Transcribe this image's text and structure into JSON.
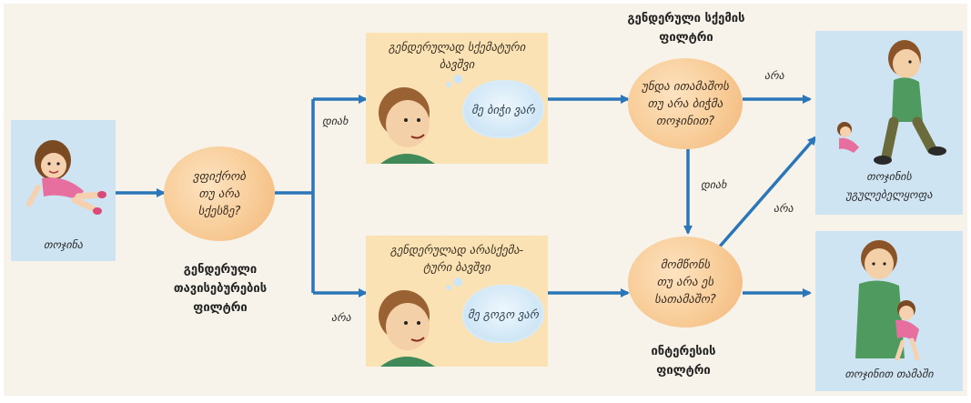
{
  "start": {
    "caption": "თოჯინა"
  },
  "decision1": {
    "text": "ვფიქრობ\nთუ არა\nსქესზე?",
    "filter_label": "გენდერული\nთავისებურების\nფილტრი"
  },
  "branch_top": {
    "edge_label": "დიახ",
    "title": "გენდერულად სქემატური\nბავშვი",
    "thought": "მე ბიჭი ვარ"
  },
  "branch_bottom": {
    "edge_label": "არა",
    "title": "გენდერულად არასქემა-\nტური ბავშვი",
    "thought": "მე გოგო ვარ"
  },
  "decision2": {
    "text": "უნდა ითამაშოს\nთუ არა ბიჭმა\nთოჯინით?",
    "filter_label": "გენდერული სქემის\nფილტრი",
    "yes_label": "დიახ",
    "no_label": "არა"
  },
  "decision3": {
    "text": "მომწონს\nთუ არა ეს\nსათამაშო?",
    "filter_label": "ინტერესის\nფილტრი",
    "no_label": "არა"
  },
  "outcome_top": {
    "caption": "თოჯინის\nუგულებელყოფა"
  },
  "outcome_bottom": {
    "caption": "თოჯინით თამაში"
  },
  "colors": {
    "arrow": "#2a76b8",
    "circle": "#f8cc97",
    "panel_tan": "#fbe2b5",
    "panel_blue": "#cfe4f2"
  }
}
